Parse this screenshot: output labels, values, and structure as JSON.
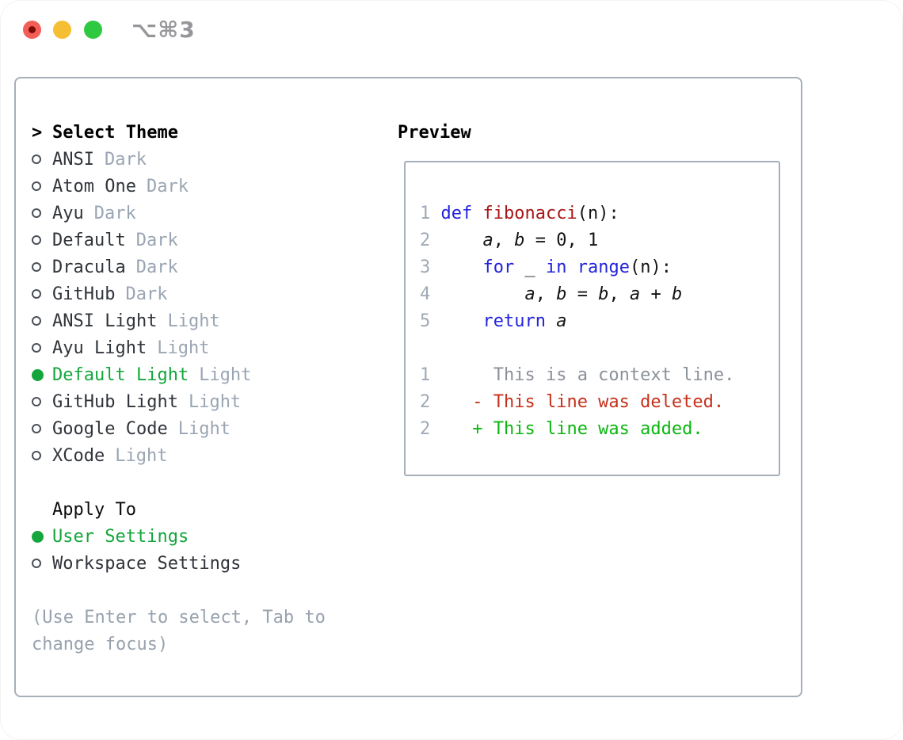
{
  "window": {
    "shortcut": "⌥⌘3"
  },
  "theme_panel": {
    "prompt": ">",
    "title": "Select Theme",
    "items": [
      {
        "name": "ANSI",
        "variant": "Dark",
        "selected": false
      },
      {
        "name": "Atom One",
        "variant": "Dark",
        "selected": false
      },
      {
        "name": "Ayu",
        "variant": "Dark",
        "selected": false
      },
      {
        "name": "Default",
        "variant": "Dark",
        "selected": false
      },
      {
        "name": "Dracula",
        "variant": "Dark",
        "selected": false
      },
      {
        "name": "GitHub",
        "variant": "Dark",
        "selected": false
      },
      {
        "name": "ANSI Light",
        "variant": "Light",
        "selected": false
      },
      {
        "name": "Ayu Light",
        "variant": "Light",
        "selected": false
      },
      {
        "name": "Default Light",
        "variant": "Light",
        "selected": true
      },
      {
        "name": "GitHub Light",
        "variant": "Light",
        "selected": false
      },
      {
        "name": "Google Code",
        "variant": "Light",
        "selected": false
      },
      {
        "name": "XCode",
        "variant": "Light",
        "selected": false
      }
    ],
    "apply_to": {
      "title": "Apply To",
      "options": [
        {
          "label": "User Settings",
          "selected": true
        },
        {
          "label": "Workspace Settings",
          "selected": false
        }
      ]
    },
    "hint_lines": [
      "(Use Enter to select, Tab to",
      "change focus)"
    ]
  },
  "preview": {
    "title": "Preview",
    "code_lines": [
      {
        "num": "1",
        "segs": [
          {
            "t": "def",
            "c": "kw"
          },
          {
            "t": " ",
            "c": "pl"
          },
          {
            "t": "fibonacci",
            "c": "fn"
          },
          {
            "t": "(n):",
            "c": "pl"
          }
        ]
      },
      {
        "num": "2",
        "segs": [
          {
            "t": "    ",
            "c": "pl"
          },
          {
            "t": "a",
            "c": "var"
          },
          {
            "t": ", ",
            "c": "pl"
          },
          {
            "t": "b",
            "c": "var"
          },
          {
            "t": " = 0, 1",
            "c": "pl"
          }
        ]
      },
      {
        "num": "3",
        "segs": [
          {
            "t": "    ",
            "c": "pl"
          },
          {
            "t": "for",
            "c": "kw"
          },
          {
            "t": " _ ",
            "c": "pl"
          },
          {
            "t": "in",
            "c": "kw"
          },
          {
            "t": " ",
            "c": "pl"
          },
          {
            "t": "range",
            "c": "kw"
          },
          {
            "t": "(n):",
            "c": "pl"
          }
        ]
      },
      {
        "num": "4",
        "segs": [
          {
            "t": "        ",
            "c": "pl"
          },
          {
            "t": "a",
            "c": "var"
          },
          {
            "t": ", ",
            "c": "pl"
          },
          {
            "t": "b",
            "c": "var"
          },
          {
            "t": " = ",
            "c": "pl"
          },
          {
            "t": "b",
            "c": "var"
          },
          {
            "t": ", ",
            "c": "pl"
          },
          {
            "t": "a",
            "c": "var"
          },
          {
            "t": " + ",
            "c": "pl"
          },
          {
            "t": "b",
            "c": "var"
          }
        ]
      },
      {
        "num": "5",
        "segs": [
          {
            "t": "    ",
            "c": "pl"
          },
          {
            "t": "return",
            "c": "kw"
          },
          {
            "t": " ",
            "c": "pl"
          },
          {
            "t": "a",
            "c": "var"
          }
        ]
      }
    ],
    "diff_lines": [
      {
        "num": "1",
        "marker": " ",
        "text": "This is a context line.",
        "type": "context"
      },
      {
        "num": "2",
        "marker": "-",
        "text": "This line was deleted.",
        "type": "deleted"
      },
      {
        "num": "2",
        "marker": "+",
        "text": "This line was added.",
        "type": "added"
      }
    ]
  },
  "colors": {
    "accent_green": "#14a63c",
    "keyword_blue": "#2222dd",
    "function_red": "#a81616",
    "deleted_red": "#c5301b",
    "added_green": "#0cb510",
    "context_gray": "#8b9199",
    "muted_gray": "#9aa5b3",
    "line_number_gray": "#9fa9b6",
    "border_gray": "#a7afba",
    "traffic_red": "#f35e56",
    "traffic_yellow": "#f6be33",
    "traffic_green": "#2fc841"
  }
}
